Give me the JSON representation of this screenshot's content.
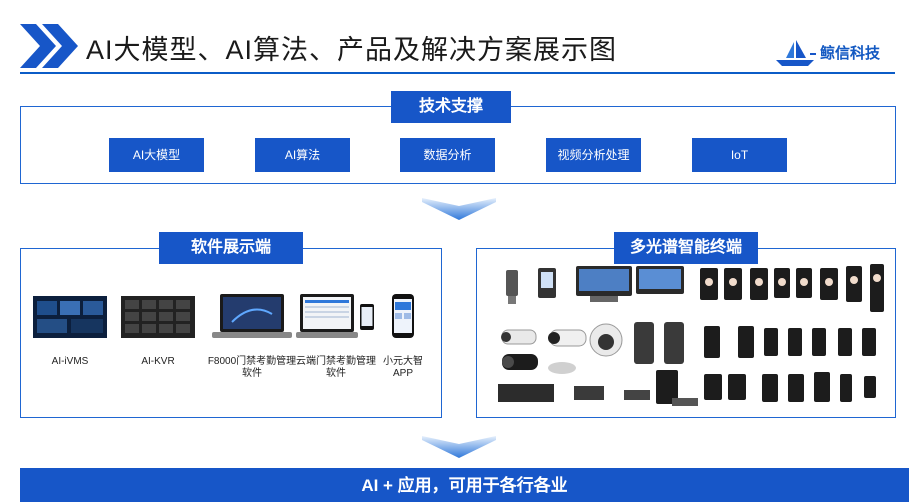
{
  "header": {
    "title": "AI大模型、AI算法、产品及解决方案展示图",
    "logo_text": "鲸信科技"
  },
  "tech_support": {
    "label": "技术支撑",
    "items": [
      "AI大模型",
      "AI算法",
      "数据分析",
      "视频分析处理",
      "IoT"
    ]
  },
  "software": {
    "label": "软件展示端",
    "items": [
      {
        "caption": "AI-iVMS"
      },
      {
        "caption": "AI-KVR"
      },
      {
        "caption": "F8000门禁考勤管理软件"
      },
      {
        "caption": "云端门禁考勤管理软件"
      },
      {
        "caption": "小元大智APP"
      }
    ]
  },
  "terminals": {
    "label": "多光谱智能终端"
  },
  "banner": {
    "text": "AI + 应用，可用于各行各业"
  },
  "colors": {
    "brand_blue": "#1756c8",
    "accent_blue": "#0b5cc7",
    "arrow_light": "#cfe3fb"
  }
}
